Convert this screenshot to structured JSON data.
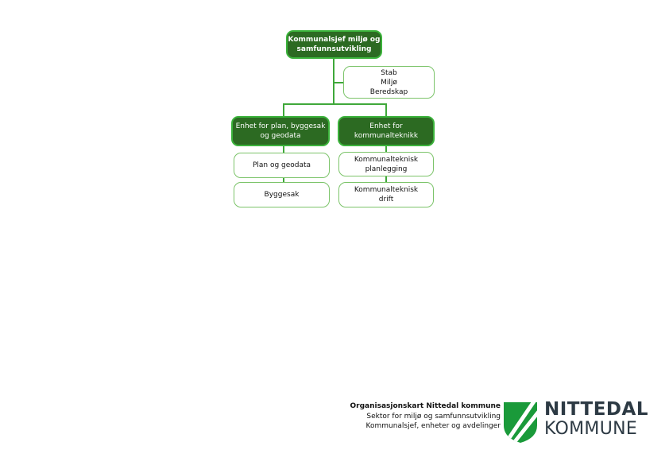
{
  "chart": {
    "top": "Kommunalsjef miljø og\nsamfunnsutvikling",
    "staff": "Stab\nMiljø\nBeredskap",
    "units": [
      {
        "label": "Enhet for plan, byggesak\nog geodata",
        "children": [
          "Plan og geodata",
          "Byggesak"
        ]
      },
      {
        "label": "Enhet for\nkommunalteknikk",
        "children": [
          "Kommunalteknisk\nplanlegging",
          "Kommunalteknisk\ndrift"
        ]
      }
    ]
  },
  "footer": {
    "title": "Organisasjonskart Nittedal kommune",
    "line2": "Sektor for miljø og samfunnsutvikling",
    "line3": "Kommunalsjef, enheter og avdelinger"
  },
  "logo": {
    "line1": "NITTEDAL",
    "line2": "KOMMUNE",
    "color": "#1a9a3a",
    "text_color": "#2d3a44"
  }
}
